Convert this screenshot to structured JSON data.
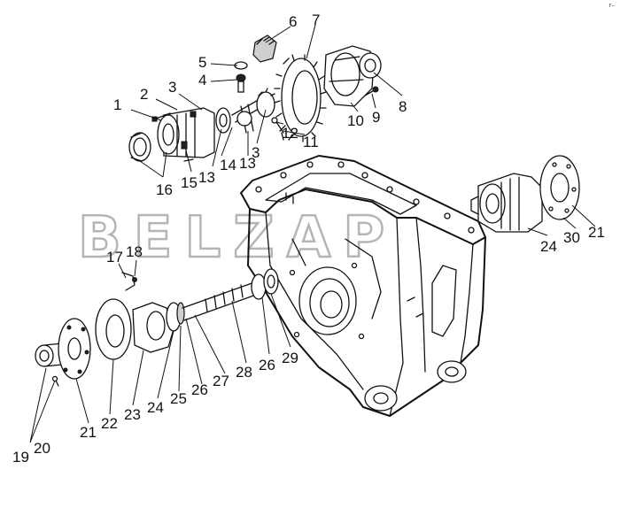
{
  "watermark": "BELZAP",
  "corner_mark": "r–",
  "callouts": [
    {
      "id": "c1",
      "text": "1"
    },
    {
      "id": "c2",
      "text": "2"
    },
    {
      "id": "c3a",
      "text": "3"
    },
    {
      "id": "c3b",
      "text": "3"
    },
    {
      "id": "c4",
      "text": "4"
    },
    {
      "id": "c5",
      "text": "5"
    },
    {
      "id": "c6",
      "text": "6"
    },
    {
      "id": "c7",
      "text": "7"
    },
    {
      "id": "c8",
      "text": "8"
    },
    {
      "id": "c9",
      "text": "9"
    },
    {
      "id": "c10",
      "text": "10"
    },
    {
      "id": "c11",
      "text": "11"
    },
    {
      "id": "c12",
      "text": "12"
    },
    {
      "id": "c13a",
      "text": "13"
    },
    {
      "id": "c13b",
      "text": "13"
    },
    {
      "id": "c14",
      "text": "14"
    },
    {
      "id": "c15",
      "text": "15"
    },
    {
      "id": "c16",
      "text": "16"
    },
    {
      "id": "c17",
      "text": "17"
    },
    {
      "id": "c18",
      "text": "18"
    },
    {
      "id": "c19",
      "text": "19"
    },
    {
      "id": "c20",
      "text": "20"
    },
    {
      "id": "c21a",
      "text": "21"
    },
    {
      "id": "c21b",
      "text": "21"
    },
    {
      "id": "c22",
      "text": "22"
    },
    {
      "id": "c23",
      "text": "23"
    },
    {
      "id": "c24a",
      "text": "24"
    },
    {
      "id": "c24b",
      "text": "24"
    },
    {
      "id": "c25",
      "text": "25"
    },
    {
      "id": "c26a",
      "text": "26"
    },
    {
      "id": "c26b",
      "text": "26"
    },
    {
      "id": "c27",
      "text": "27"
    },
    {
      "id": "c28",
      "text": "28"
    },
    {
      "id": "c29",
      "text": "29"
    },
    {
      "id": "c30",
      "text": "30"
    }
  ]
}
